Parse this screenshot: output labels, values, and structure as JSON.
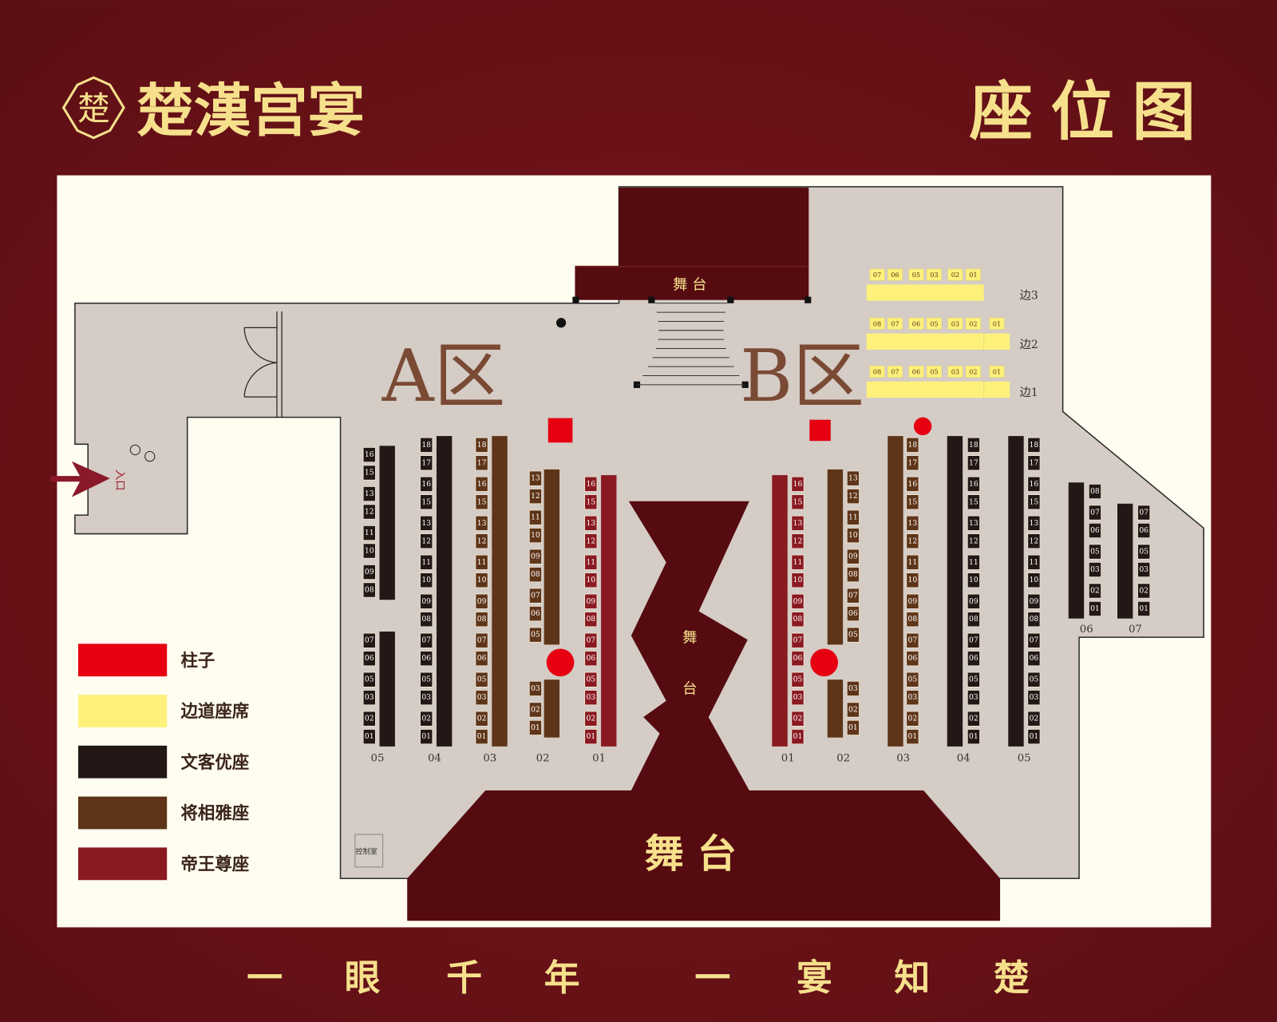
{
  "header": {
    "brand": "楚漢宫宴",
    "logo_glyph": "楚",
    "title": "座位图"
  },
  "footer": {
    "slogan_left": [
      "一",
      "眼",
      "千",
      "年"
    ],
    "slogan_right": [
      "一",
      "宴",
      "知",
      "楚"
    ]
  },
  "colors": {
    "pillar": "#e60012",
    "side": "#fdf17c",
    "wenke": "#231815",
    "jiangxiang": "#5e3519",
    "diwang": "#8a1a22",
    "stage": "#560b10",
    "floor": "#d4ccc5",
    "panel": "#fffdf0"
  },
  "stage_labels": {
    "top": "舞 台",
    "runway_1": "舞",
    "runway_2": "台",
    "main": "舞 台"
  },
  "entrance": "入口",
  "control_room": "控制室",
  "legend": [
    {
      "key": "pillar",
      "label": "柱子"
    },
    {
      "key": "side",
      "label": "边道座席"
    },
    {
      "key": "wenke",
      "label": "文客优座"
    },
    {
      "key": "jiangxiang",
      "label": "将相雅座"
    },
    {
      "key": "diwang",
      "label": "帝王尊座"
    }
  ],
  "zones": [
    {
      "label": "A区",
      "columns": [
        {
          "id": "A05",
          "label": "05",
          "type": "wenke",
          "seats": [
            "01",
            "02",
            "03",
            "05",
            "06",
            "07",
            "08",
            "09",
            "10",
            "11",
            "12",
            "13",
            "15",
            "16"
          ]
        },
        {
          "id": "A04",
          "label": "04",
          "type": "wenke",
          "seats": [
            "01",
            "02",
            "03",
            "05",
            "06",
            "07",
            "08",
            "09",
            "10",
            "11",
            "12",
            "13",
            "15",
            "16",
            "17",
            "18"
          ]
        },
        {
          "id": "A03",
          "label": "03",
          "type": "jiangxiang",
          "seats": [
            "01",
            "02",
            "03",
            "05",
            "06",
            "07",
            "08",
            "09",
            "10",
            "11",
            "12",
            "13",
            "15",
            "16",
            "17",
            "18"
          ]
        },
        {
          "id": "A02",
          "label": "02",
          "type": "jiangxiang",
          "seats": [
            "01",
            "02",
            "03",
            "05",
            "06",
            "07",
            "08",
            "09",
            "10",
            "11",
            "12",
            "13"
          ]
        },
        {
          "id": "A01",
          "label": "01",
          "type": "diwang",
          "seats": [
            "01",
            "02",
            "03",
            "05",
            "06",
            "07",
            "08",
            "09",
            "10",
            "11",
            "12",
            "13",
            "15",
            "16"
          ]
        }
      ]
    },
    {
      "label": "B区",
      "columns": [
        {
          "id": "B01",
          "label": "01",
          "type": "diwang",
          "seats": [
            "01",
            "02",
            "03",
            "05",
            "06",
            "07",
            "08",
            "09",
            "10",
            "11",
            "12",
            "13",
            "15",
            "16"
          ]
        },
        {
          "id": "B02",
          "label": "02",
          "type": "jiangxiang",
          "seats": [
            "01",
            "02",
            "03",
            "05",
            "06",
            "07",
            "08",
            "09",
            "10",
            "11",
            "12",
            "13"
          ]
        },
        {
          "id": "B03",
          "label": "03",
          "type": "jiangxiang",
          "seats": [
            "01",
            "02",
            "03",
            "05",
            "06",
            "07",
            "08",
            "09",
            "10",
            "11",
            "12",
            "13",
            "15",
            "16",
            "17",
            "18"
          ]
        },
        {
          "id": "B04",
          "label": "04",
          "type": "wenke",
          "seats": [
            "01",
            "02",
            "03",
            "05",
            "06",
            "07",
            "08",
            "09",
            "10",
            "11",
            "12",
            "13",
            "15",
            "16",
            "17",
            "18"
          ]
        },
        {
          "id": "B05",
          "label": "05",
          "type": "wenke",
          "seats": [
            "01",
            "02",
            "03",
            "05",
            "06",
            "07",
            "08",
            "09",
            "10",
            "11",
            "12",
            "13",
            "15",
            "16",
            "17",
            "18"
          ]
        },
        {
          "id": "B06",
          "label": "06",
          "type": "wenke",
          "seats": [
            "01",
            "02",
            "03",
            "05",
            "06",
            "07",
            "08"
          ]
        },
        {
          "id": "B07",
          "label": "07",
          "type": "wenke",
          "seats": [
            "01",
            "02",
            "03",
            "05",
            "06",
            "07"
          ]
        }
      ]
    }
  ],
  "side_rows": [
    {
      "id": "side3",
      "label": "边3",
      "seats": [
        "07",
        "06",
        "05",
        "03",
        "02",
        "01"
      ]
    },
    {
      "id": "side2",
      "label": "边2",
      "seats": [
        "08",
        "07",
        "06",
        "05",
        "03",
        "02",
        "01"
      ]
    },
    {
      "id": "side1",
      "label": "边1",
      "seats": [
        "08",
        "07",
        "06",
        "05",
        "03",
        "02",
        "01"
      ]
    }
  ]
}
